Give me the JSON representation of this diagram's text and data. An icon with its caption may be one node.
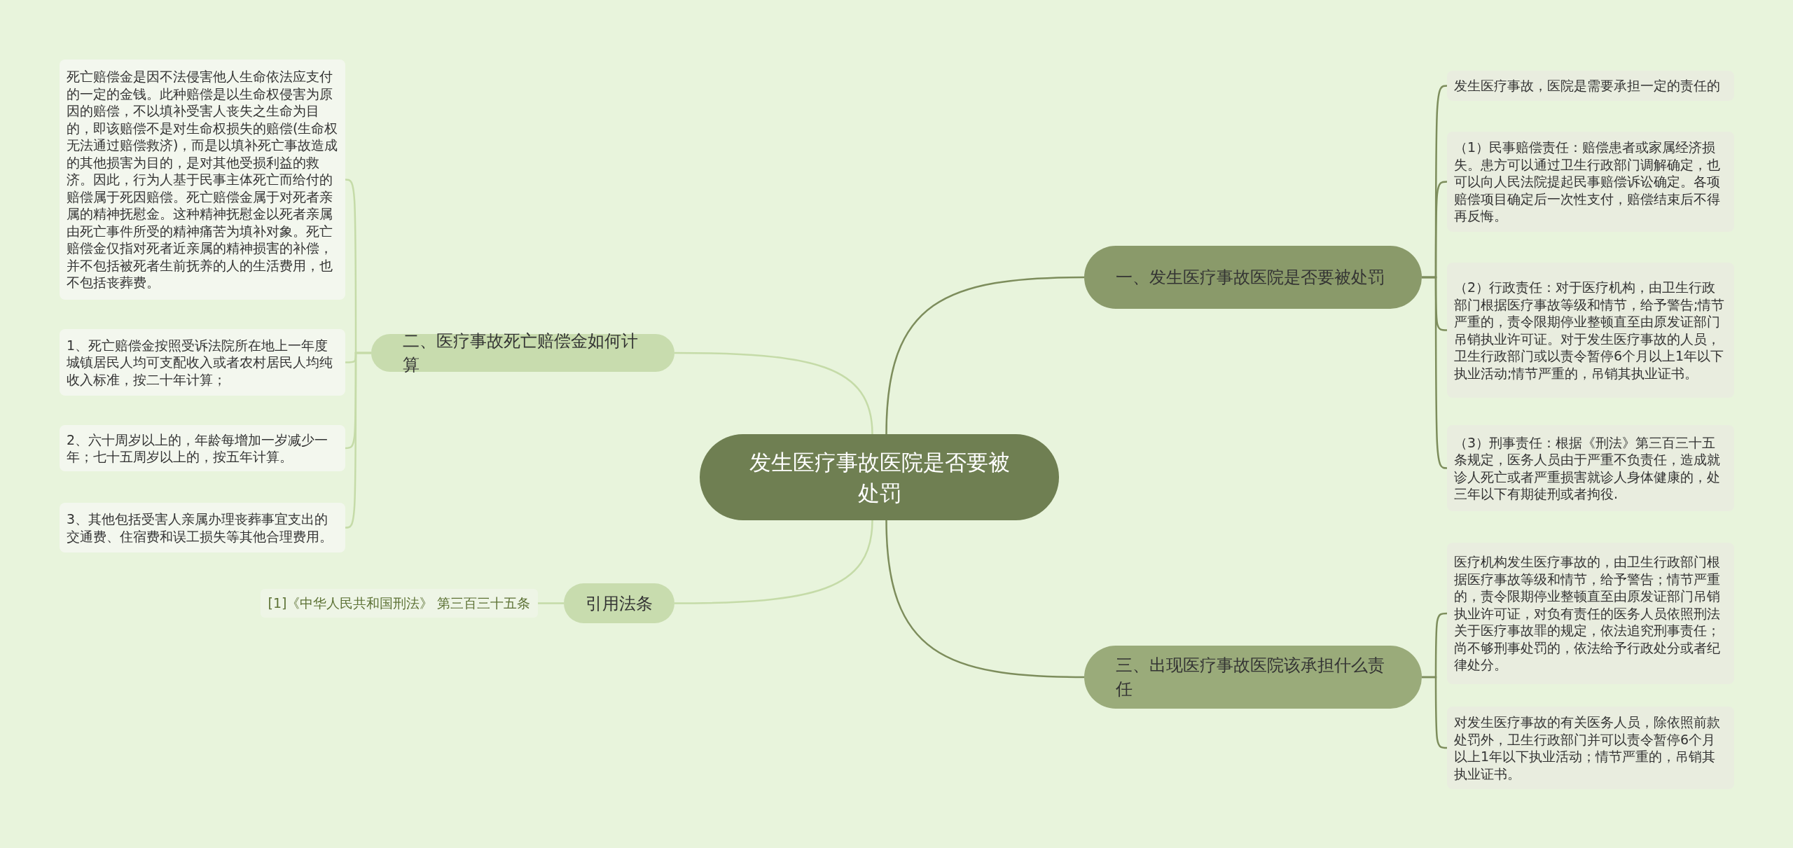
{
  "diagram": {
    "nodes": [
      {
        "text": [
          "发生医疗事故医院是否要被处罚"
        ]
      },
      {
        "text": [
          "一、发生医疗事故医院是否要被处罚"
        ]
      },
      {
        "text": [
          "发生医疗事故，医院是需要承担一定的责任的"
        ]
      },
      {
        "text": [
          "（1）民事赔偿责任：赔偿患者或家属经济损失。患方可以通过卫生行政部门调解确定，也可以向人民法院提起民事赔偿诉讼确定。各项赔偿项目确定后一次性支付，赔偿结束后不得再反悔。"
        ]
      },
      {
        "text": [
          "（2）行政责任：对于医疗机构，由卫生行政部门根据医疗事故等级和情节，给予警告;情节严重的，责令限期停业整顿直至由原发证部门吊销执业许可证。对于发生医疗事故的人员，卫生行政部门或以责令暂停6个月以上1年以下执业活动;情节严重的，吊销其执业证书。"
        ]
      },
      {
        "text": [
          "（3）刑事责任：根据《刑法》第三百三十五条规定，医务人员由于严重不负责任，造成就诊人死亡或者严重损害就诊人身体健康的，处三年以下有期徒刑或者拘役."
        ]
      },
      {
        "text": [
          "三、出现医疗事故医院该承担什么责任"
        ]
      },
      {
        "text": [
          "医疗机构发生医疗事故的，由卫生行政部门根据医疗事故等级和情节，给予警告；情节严重的，责令限期停业整顿直至由原发证部门吊销执业许可证，对负有责任的医务人员依照刑法关于医疗事故罪的规定，依法追究刑事责任；尚不够刑事处罚的，依法给予行政处分或者纪律处分。"
        ]
      },
      {
        "text": [
          "对发生医疗事故的有关医务人员，除依照前款处罚外，卫生行政部门并可以责令暂停6个月以上1年以下执业活动；情节严重的，吊销其执业证书。"
        ]
      },
      {
        "text": [
          "二、医疗事故死亡赔偿金如何计算"
        ]
      },
      {
        "text": [
          "死亡赔偿金是因不法侵害他人生命依法应支付的一定的金钱。此种赔偿是以生命权侵害为原因的赔偿，不以填补受害人丧失之生命为目的，即该赔偿不是对生命权损失的赔偿(生命权无法通过赔偿救济)，而是以填补死亡事故造成的其他损害为目的，是对其他受损利益的救济。因此，行为人基于民事主体死亡而给付的赔偿属于死因赔偿。死亡赔偿金属于对死者亲属的精神抚慰金。这种精神抚慰金以死者亲属由死亡事件所受的精神痛苦为填补对象。死亡赔偿金仅指对死者近亲属的精神损害的补偿，并不包括被死者生前抚养的人的生活费用，也不包括丧葬费。"
        ]
      },
      {
        "text": [
          "1、死亡赔偿金按照受诉法院所在地上一年度城镇居民人均可支配收入或者农村居民人均纯收入标准，按二十年计算；"
        ]
      },
      {
        "text": [
          "2、六十周岁以上的，年龄每增加一岁减少一年；七十五周岁以上的，按五年计算。"
        ]
      },
      {
        "text": [
          "3、其他包括受害人亲属办理丧葬事宜支出的交通费、住宿费和误工损失等其他合理费用。"
        ]
      },
      {
        "text": [
          "引用法条"
        ]
      },
      {
        "text": [
          "[1]《中华人民共和国刑法》 第三百三十五条"
        ]
      }
    ],
    "edges": [
      {
        "from": 0,
        "to": 1,
        "arrow": "none"
      },
      {
        "from": 1,
        "to": 2,
        "arrow": "none"
      },
      {
        "from": 1,
        "to": 3,
        "arrow": "none"
      },
      {
        "from": 1,
        "to": 4,
        "arrow": "none"
      },
      {
        "from": 1,
        "to": 5,
        "arrow": "none"
      },
      {
        "from": 0,
        "to": 6,
        "arrow": "none"
      },
      {
        "from": 6,
        "to": 7,
        "arrow": "none"
      },
      {
        "from": 6,
        "to": 8,
        "arrow": "none"
      },
      {
        "from": 0,
        "to": 9,
        "arrow": "none",
        "color": "#c5dba8"
      },
      {
        "from": 9,
        "to": 10,
        "arrow": "none",
        "color": "#c5dba8"
      },
      {
        "from": 9,
        "to": 11,
        "arrow": "none",
        "color": "#c5dba8"
      },
      {
        "from": 9,
        "to": 12,
        "arrow": "none",
        "color": "#c5dba8"
      },
      {
        "from": 9,
        "to": 13,
        "arrow": "none",
        "color": "#c5dba8"
      },
      {
        "from": 0,
        "to": 14,
        "arrow": "none",
        "color": "#c5dba8"
      },
      {
        "from": 14,
        "to": 15,
        "arrow": "none",
        "color": "#c5dba8"
      }
    ]
  }
}
